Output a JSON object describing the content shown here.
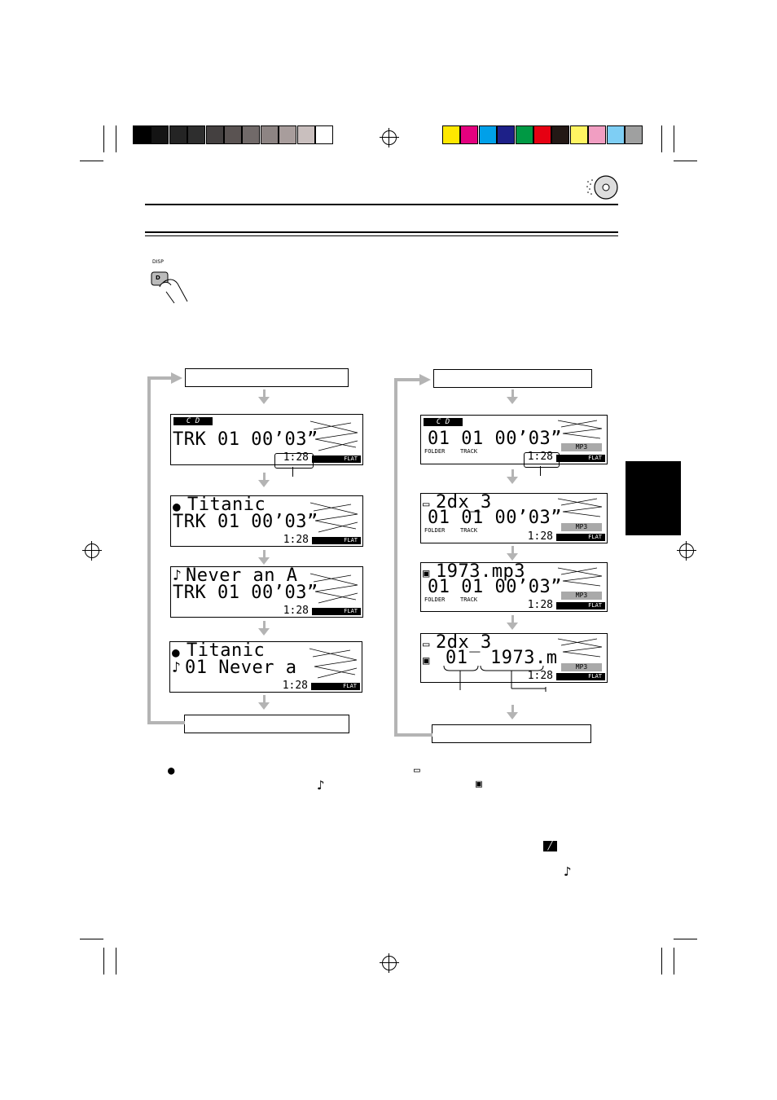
{
  "disp_button": {
    "label": "DISP",
    "key": "D"
  },
  "left_flow": {
    "screens": [
      {
        "line1": "",
        "line2": "TRK 01 00’03”",
        "time": "1:28",
        "eq": "FLAT",
        "cd_label": "C D"
      },
      {
        "line1": "Titanic",
        "line2": "TRK 01 00’03”",
        "time": "1:28",
        "eq": "FLAT"
      },
      {
        "line1": "Never an A",
        "line2": "TRK 01 00’03”",
        "time": "1:28",
        "eq": "FLAT"
      },
      {
        "line1": "Titanic",
        "line2": "01 Never a",
        "time": "1:28",
        "eq": "FLAT"
      }
    ]
  },
  "right_flow": {
    "screens": [
      {
        "line1": "",
        "line2": "01 01 00’03”",
        "folder_label": "FOLDER",
        "track_label": "TRACK",
        "format": "MP3",
        "time": "1:28",
        "eq": "FLAT",
        "cd_label": "C D"
      },
      {
        "line1": "2dx_3",
        "line2": "01 01 00’03”",
        "folder_label": "FOLDER",
        "track_label": "TRACK",
        "format": "MP3",
        "time": "1:28",
        "eq": "FLAT"
      },
      {
        "line1": "1973.mp3",
        "line2": "01 01 00’03”",
        "folder_label": "FOLDER",
        "track_label": "TRACK",
        "format": "MP3",
        "time": "1:28",
        "eq": "FLAT"
      },
      {
        "line1": "2dx_3",
        "line2": "01  1973.m",
        "format": "MP3",
        "time": "1:28",
        "eq": "FLAT"
      }
    ]
  },
  "colors": {
    "greys": [
      "#000000",
      "#141414",
      "#242424",
      "#2e2e2e",
      "#444040",
      "#5a5352",
      "#716a69",
      "#8d8483",
      "#a89d9c",
      "#c9bfbe",
      "#ffffff"
    ],
    "process": [
      "#ffe800",
      "#e4007f",
      "#00a0e9",
      "#1d2088",
      "#009944",
      "#e60012",
      "#231815",
      "#fff462",
      "#f19ec2",
      "#7ecef4",
      "#9fa0a0"
    ],
    "arrow": "#b4b4b4"
  }
}
